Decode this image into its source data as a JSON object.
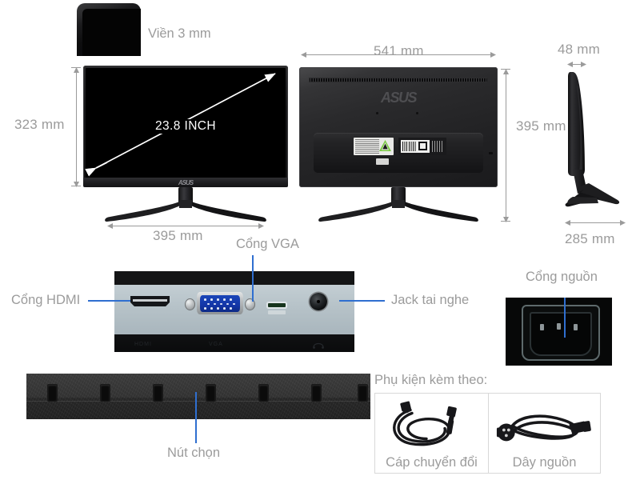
{
  "page": {
    "language": "vi",
    "subject": "ASUS 23.8 inch monitor specification diagram",
    "background_color": "#ffffff",
    "label_color": "#9b9b9b",
    "leader_color": "#2f6fd0"
  },
  "bezel_closeup": {
    "label": "Viền 3 mm"
  },
  "front_view": {
    "screen_label": "23.8 INCH",
    "brand": "ASUS",
    "height_label": "323 mm",
    "width_label": "395 mm"
  },
  "rear_view": {
    "brand": "ASUS",
    "width_label": "541 mm",
    "height_label": "395 mm"
  },
  "side_view": {
    "depth_top_label": "48 mm",
    "base_depth_label": "285 mm"
  },
  "ports_panel": {
    "callouts": [
      {
        "name": "hdmi",
        "label": "Cổng HDMI"
      },
      {
        "name": "vga",
        "label": "Cổng VGA"
      },
      {
        "name": "headphone",
        "label": "Jack tai nghe"
      }
    ]
  },
  "power_panel": {
    "callout": {
      "name": "power",
      "label": "Cổng nguồn"
    }
  },
  "button_bar": {
    "callout": {
      "name": "select-button",
      "label": "Nút chọn"
    },
    "button_count": 7
  },
  "accessories": {
    "title": "Phụ kiện kèm theo:",
    "items": [
      {
        "name": "adapter-cable",
        "caption": "Cáp chuyển đổi"
      },
      {
        "name": "power-cord",
        "caption": "Dây nguồn"
      }
    ]
  }
}
